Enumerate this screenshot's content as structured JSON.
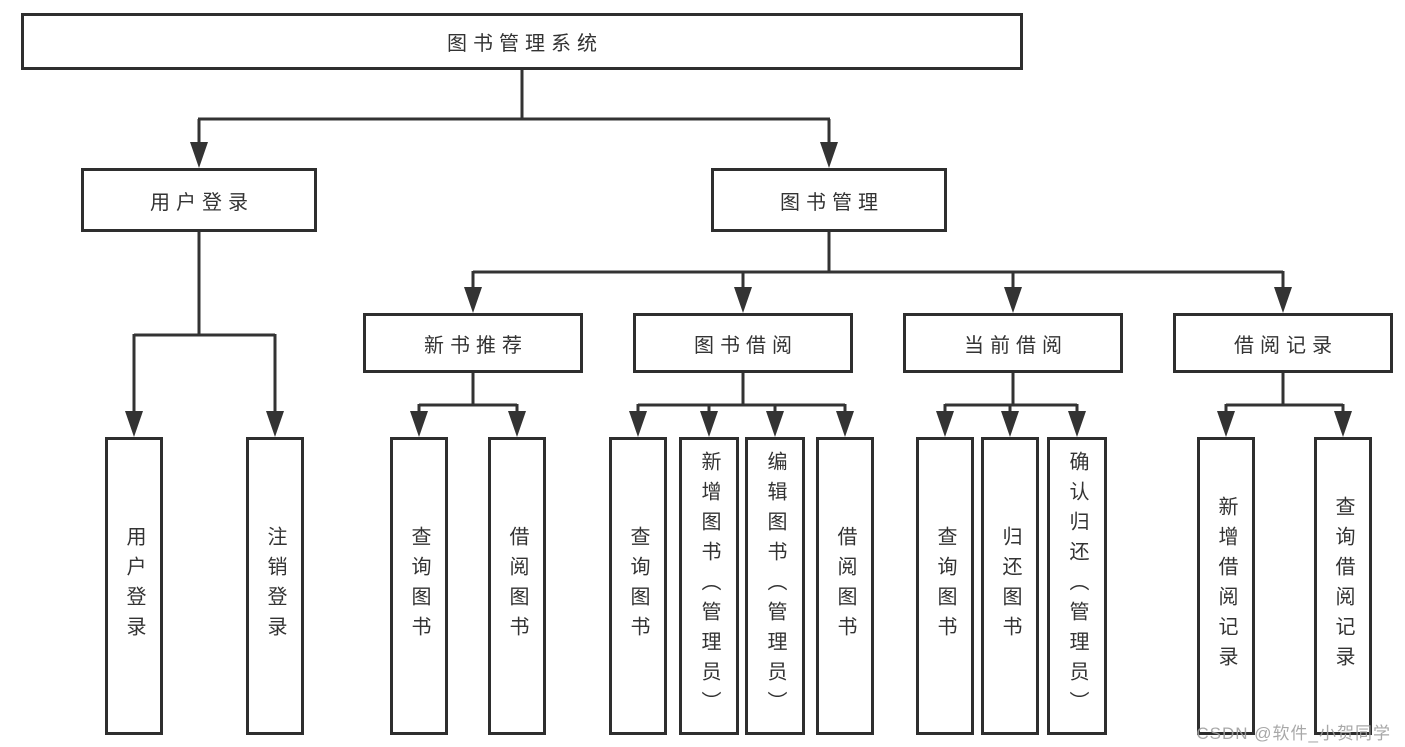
{
  "nodes": {
    "root": {
      "label": "图书管理系统"
    },
    "user_login": {
      "label": "用户登录",
      "children": [
        {
          "label": "用户登录"
        },
        {
          "label": "注销登录"
        }
      ]
    },
    "book_mgmt": {
      "label": "图书管理"
    },
    "new_books": {
      "label": "新书推荐",
      "children": [
        {
          "label": "查询图书"
        },
        {
          "label": "借阅图书"
        }
      ]
    },
    "book_borrow": {
      "label": "图书借阅",
      "children": [
        {
          "label": "查询图书"
        },
        {
          "label": "新增图书（管理员）"
        },
        {
          "label": "编辑图书（管理员）"
        },
        {
          "label": "借阅图书"
        }
      ]
    },
    "current_borrow": {
      "label": "当前借阅",
      "children": [
        {
          "label": "查询图书"
        },
        {
          "label": "归还图书"
        },
        {
          "label": "确认归还（管理员）"
        }
      ]
    },
    "borrow_records": {
      "label": "借阅记录",
      "children": [
        {
          "label": "新增借阅记录"
        },
        {
          "label": "查询借阅记录"
        }
      ]
    }
  },
  "watermark": {
    "text": "CSDN @软件_小贺同学"
  },
  "colors": {
    "line": "#333333",
    "box_border": "#2e2e2e",
    "text": "#333333",
    "watermark": "#9e9e9e",
    "background": "#ffffff"
  }
}
